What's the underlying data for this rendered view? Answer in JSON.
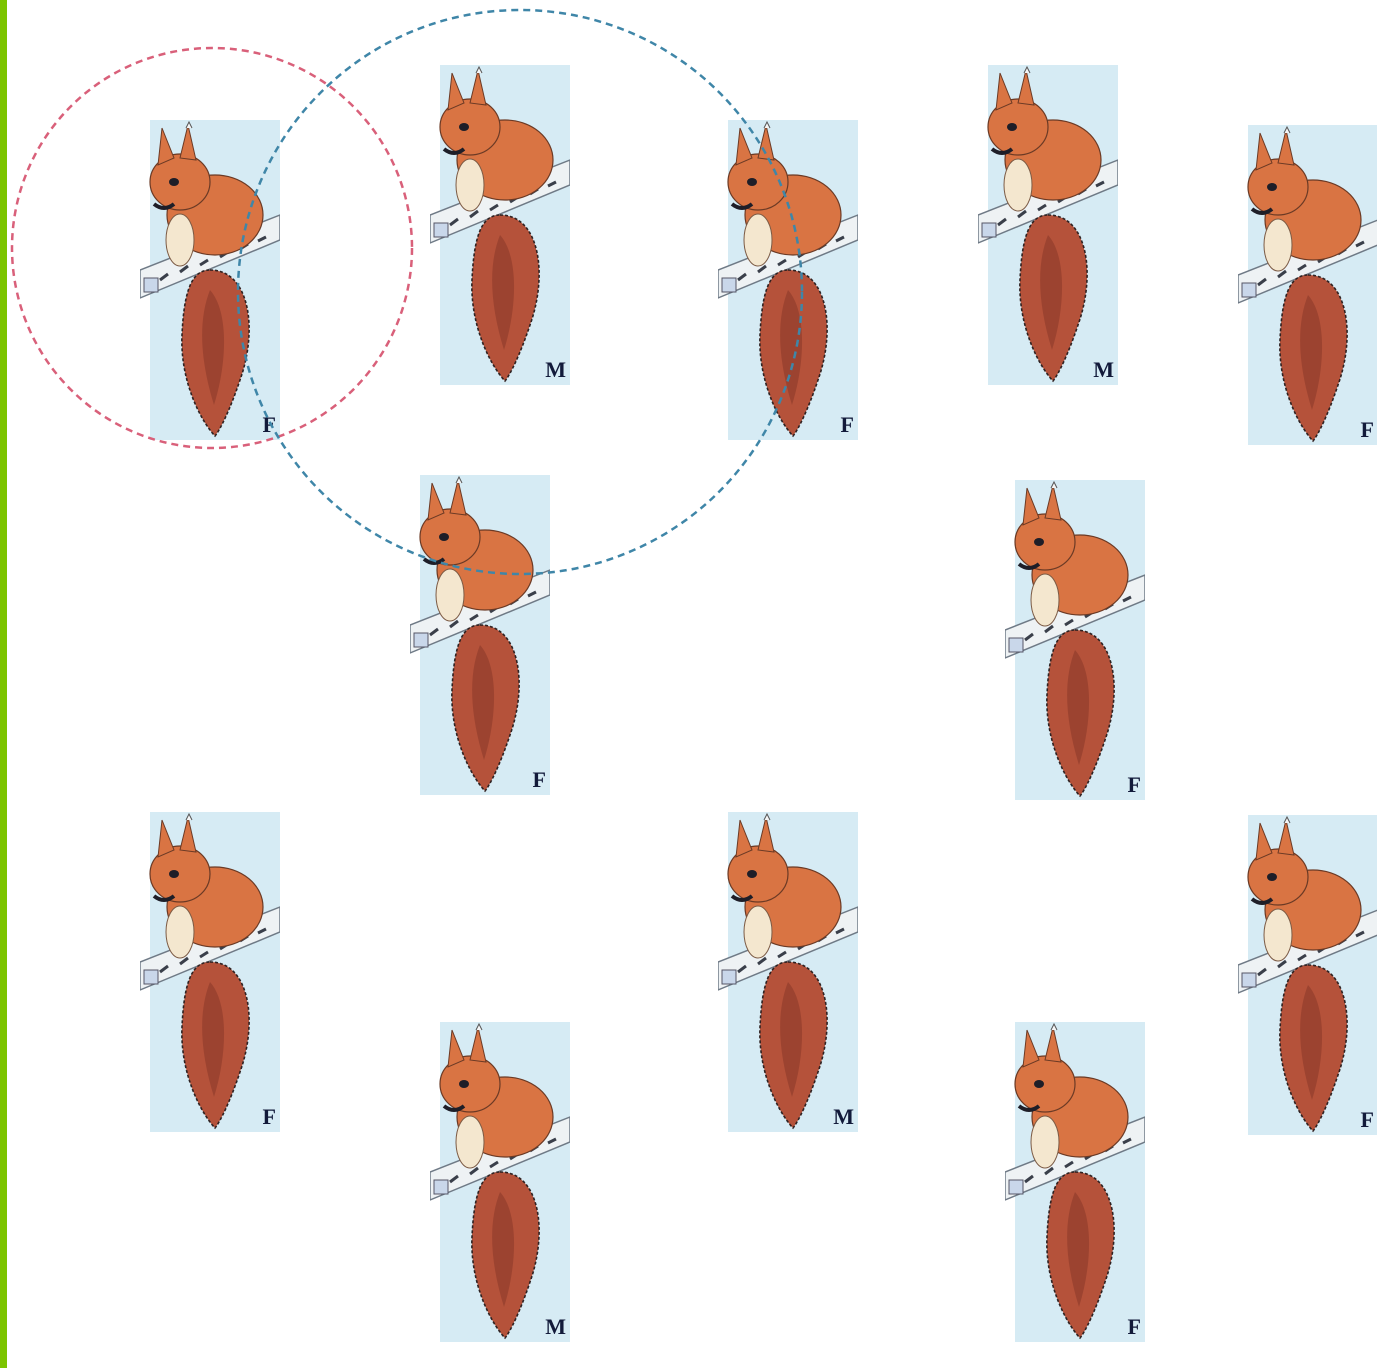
{
  "colors": {
    "edge": "#7cc400",
    "circle_red": "#d9607a",
    "circle_blue": "#3f86a8",
    "background_tint": "#bfe0ee",
    "fur": "#d97443",
    "tail": "#b5523a",
    "label": "#121a3a"
  },
  "squirrels": [
    {
      "sex": "F"
    },
    {
      "sex": "M"
    },
    {
      "sex": "F"
    },
    {
      "sex": "M"
    },
    {
      "sex": "F"
    },
    {
      "sex": "F"
    },
    {
      "sex": "F"
    },
    {
      "sex": "F"
    },
    {
      "sex": "M"
    },
    {
      "sex": "F"
    },
    {
      "sex": "M"
    },
    {
      "sex": "F"
    }
  ],
  "circles": [
    {
      "color_key": "circle_red",
      "encloses_squirrels": [
        0
      ]
    },
    {
      "color_key": "circle_blue",
      "encloses_squirrels": [
        1,
        2,
        5
      ]
    }
  ]
}
